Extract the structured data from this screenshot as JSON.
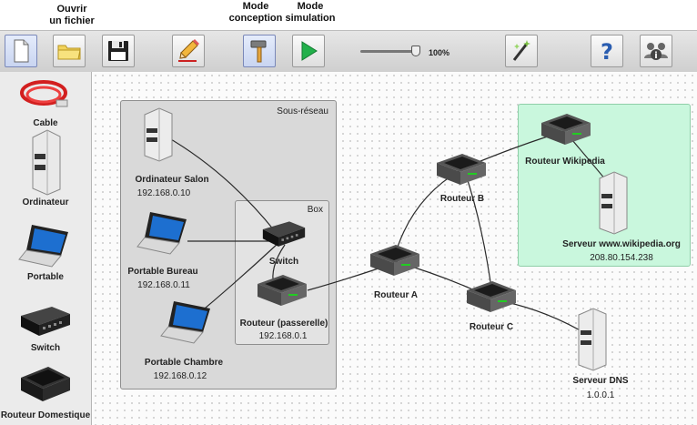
{
  "toolbar": {
    "hints": {
      "open": "Ouvrir\nun fichier",
      "design": "Mode\nconception",
      "simulation": "Mode\nsimulation"
    },
    "zoom": {
      "value": 1.0,
      "label": "100%"
    }
  },
  "palette": {
    "items": [
      {
        "label": "Cable"
      },
      {
        "label": "Ordinateur"
      },
      {
        "label": "Portable"
      },
      {
        "label": "Switch"
      },
      {
        "label": "Routeur Domestique"
      }
    ]
  },
  "zones": {
    "subnet": {
      "label": "Sous-réseau"
    },
    "box": {
      "label": "Box"
    }
  },
  "nodes": {
    "salon": {
      "name": "Ordinateur Salon",
      "ip": "192.168.0.10"
    },
    "bureau": {
      "name": "Portable Bureau",
      "ip": "192.168.0.11"
    },
    "chambre": {
      "name": "Portable Chambre",
      "ip": "192.168.0.12"
    },
    "switch": {
      "name": "Switch"
    },
    "passerelle": {
      "name": "Routeur (passerelle)",
      "ip": "192.168.0.1"
    },
    "routeur_a": {
      "name": "Routeur A"
    },
    "routeur_b": {
      "name": "Routeur B"
    },
    "routeur_c": {
      "name": "Routeur C"
    },
    "routeur_wiki": {
      "name": "Routeur Wikipedia"
    },
    "serveur_wiki": {
      "name": "Serveur www.wikipedia.org",
      "ip": "208.80.154.238"
    },
    "serveur_dns": {
      "name": "Serveur DNS",
      "ip": "1.0.0.1"
    }
  },
  "colors": {
    "subnet_fill": "#d9d9d9",
    "box_fill": "#e3e3e3",
    "wiki_zone_fill": "#c9f7dd",
    "link": "#2a2a2a",
    "play": "#22b04b"
  }
}
